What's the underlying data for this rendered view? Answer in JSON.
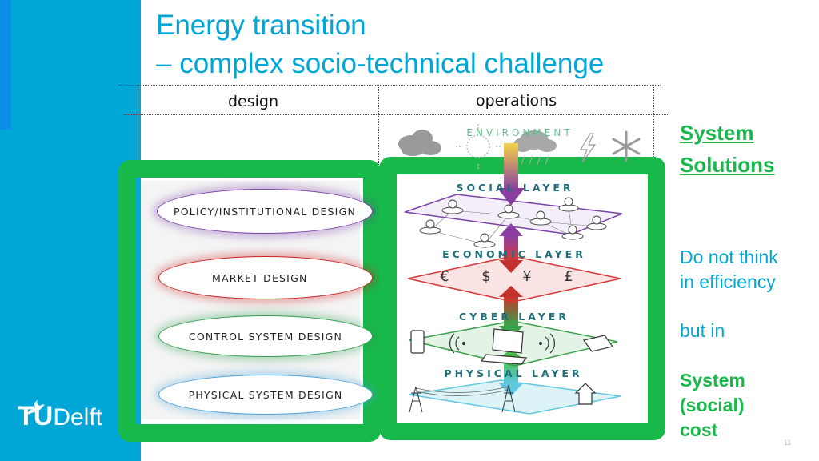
{
  "title": {
    "line1": "Energy transition",
    "line2": "– complex socio-technical challenge"
  },
  "table": {
    "col_design": "design",
    "col_operations": "operations"
  },
  "design_layers": [
    {
      "label": "POLICY/INSTITUTIONAL DESIGN",
      "color": "#7b3fa8"
    },
    {
      "label": "MARKET DESIGN",
      "color": "#cc2222"
    },
    {
      "label": "CONTROL SYSTEM DESIGN",
      "color": "#2e9e4e"
    },
    {
      "label": "PHYSICAL SYSTEM DESIGN",
      "color": "#4aa3d8"
    }
  ],
  "operations_layers": {
    "environment": "ENVIRONMENT",
    "social": "SOCIAL LAYER",
    "economic": "ECONOMIC LAYER",
    "cyber": "CYBER LAYER",
    "physical": "PHYSICAL LAYER",
    "currencies": [
      "€",
      "$",
      "¥",
      "£"
    ]
  },
  "right_panel": {
    "system_solutions_1": "System",
    "system_solutions_2": "Solutions",
    "think_1": "Do not think",
    "think_2": "in efficiency",
    "but": "but in",
    "cost_1": "System",
    "cost_2": "(social)",
    "cost_3": "cost"
  },
  "logo": {
    "tu": "TU",
    "delft": "Delft"
  },
  "page_number": "11",
  "colors": {
    "brand_blue": "#00a6d6",
    "accent_green": "#18b84a",
    "layer_teal": "#1f6e7a"
  }
}
